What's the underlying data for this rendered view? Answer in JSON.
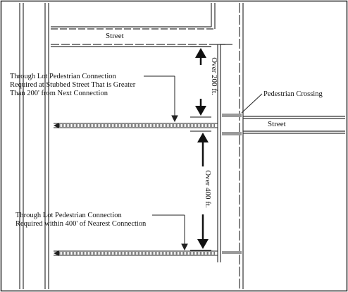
{
  "labels": {
    "street_top": "Street",
    "street_right": "Street",
    "pedestrian_crossing": "Pedestrian Crossing",
    "through_lot_1": [
      "Through Lot Pedestrian Connection",
      "Required at Stubbed Street That is Greater",
      "Than 200' from Next Connection"
    ],
    "through_lot_2": [
      "Through Lot Pedestrian Connection",
      "Required within 400' of Nearest Connection"
    ],
    "dimension_top": "Over 200 ft.",
    "dimension_bottom": "Over 400 ft."
  }
}
